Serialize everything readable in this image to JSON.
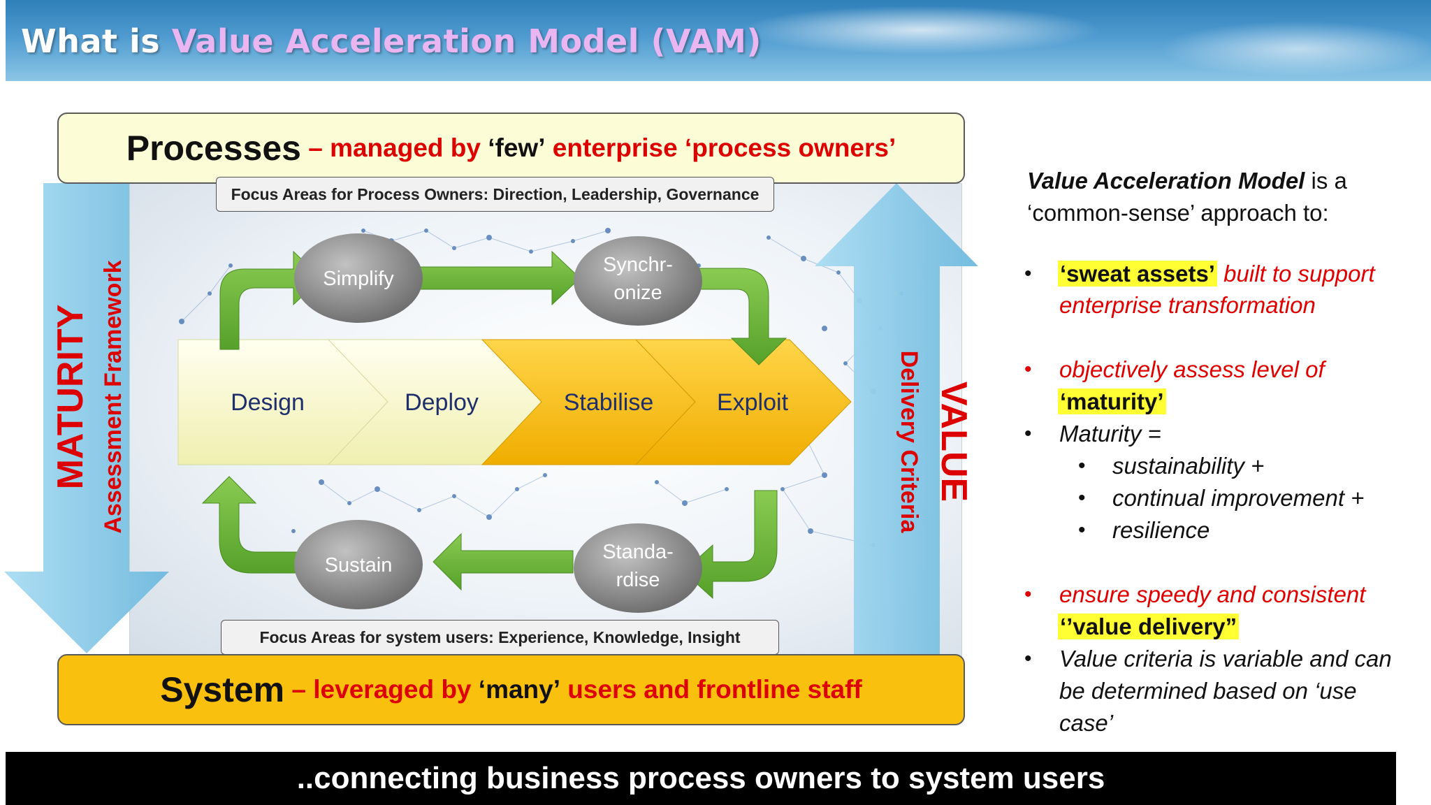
{
  "title": {
    "prefix": "What is",
    "highlight": "Value Acceleration Model (VAM)"
  },
  "processes_box": {
    "heading": "Processes",
    "dash_part": " – managed by ",
    "few": "‘few’",
    "tail": " enterprise ‘process owners’"
  },
  "focus_top": "Focus Areas for Process Owners: Direction, Leadership, Governance",
  "focus_bottom": "Focus Areas for system users: Experience, Knowledge, Insight",
  "system_box": {
    "heading": "System",
    "dash_part": " – leveraged by ",
    "many": "‘many’",
    "tail": " users and frontline staff"
  },
  "left_arrow": {
    "main": "MATURITY",
    "sub": "Assessment Framework"
  },
  "right_arrow": {
    "main": "VALUE",
    "sub": "Delivery Criteria"
  },
  "stages": [
    "Design",
    "Deploy",
    "Stabilise",
    "Exploit"
  ],
  "cycle_nodes": {
    "simplify": "Simplify",
    "synchronize_1": "Synchr-",
    "synchronize_2": "onize",
    "standardise_1": "Standa-",
    "standardise_2": "rdise",
    "sustain": "Sustain"
  },
  "colors": {
    "stage_light": "#fcfcc8",
    "stage_gold": "#f9c00d",
    "cycle_arrow": "#6fb63c",
    "node_gray": "#8a8a8a",
    "value_arrow": "#8fd0ec",
    "text_red": "#dd0000",
    "highlight_yellow": "#ffff33"
  },
  "right_panel": {
    "intro_bold": "Value Acceleration Model",
    "intro_rest_1": " is a",
    "intro_rest_2": "‘common-sense’ approach to:",
    "b1_highlight": "‘sweat assets’",
    "b1_rest_1": " built to support",
    "b1_rest_2": "enterprise transformation",
    "b2_line1": "objectively assess level of",
    "b2_highlight": "‘maturity’",
    "b3": "Maturity =",
    "sub1": "sustainability +",
    "sub2": "continual improvement +",
    "sub3": "resilience",
    "b4_line1": "ensure speedy and consistent",
    "b4_highlight": "‘’value delivery”",
    "b5_line1": "Value criteria is variable and can",
    "b5_line2": "be determined based on ‘use",
    "b5_line3": "case’",
    "bullet_char": "•"
  },
  "footer": "..connecting  business process owners to system users"
}
